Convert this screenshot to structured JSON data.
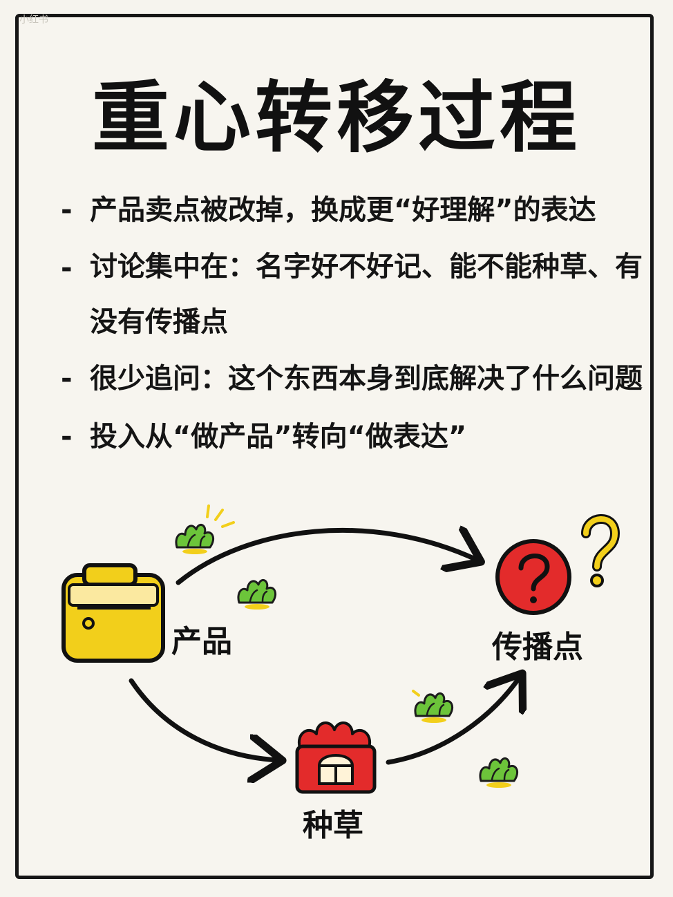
{
  "watermark": "小红书",
  "title": "重心转移过程",
  "bullets": [
    {
      "dash": "-",
      "text": "产品卖点被改掉，换成更“好理解”的表达"
    },
    {
      "dash": "-",
      "text": "讨论集中在：名字好不好记、能不能种草、有没有传播点"
    },
    {
      "dash": "-",
      "text": "很少追问：这个东西本身到底解决了什么问题"
    },
    {
      "dash": "-",
      "text": "投入从“做产品”转向“做表达”"
    }
  ],
  "diagram": {
    "nodes": {
      "product": "产品",
      "seeding": "种草",
      "spread": "传播点"
    },
    "icons": {
      "product": "yellow-box-icon",
      "seeding": "red-gift-house-icon",
      "spread": "red-question-circle-icon",
      "extra": "yellow-question-mark-icon",
      "decor": "green-grass-tuft-icon"
    },
    "colors": {
      "yellow": "#f2cf1b",
      "red": "#e32b2b",
      "green": "#6cc43a",
      "ink": "#111111"
    }
  }
}
